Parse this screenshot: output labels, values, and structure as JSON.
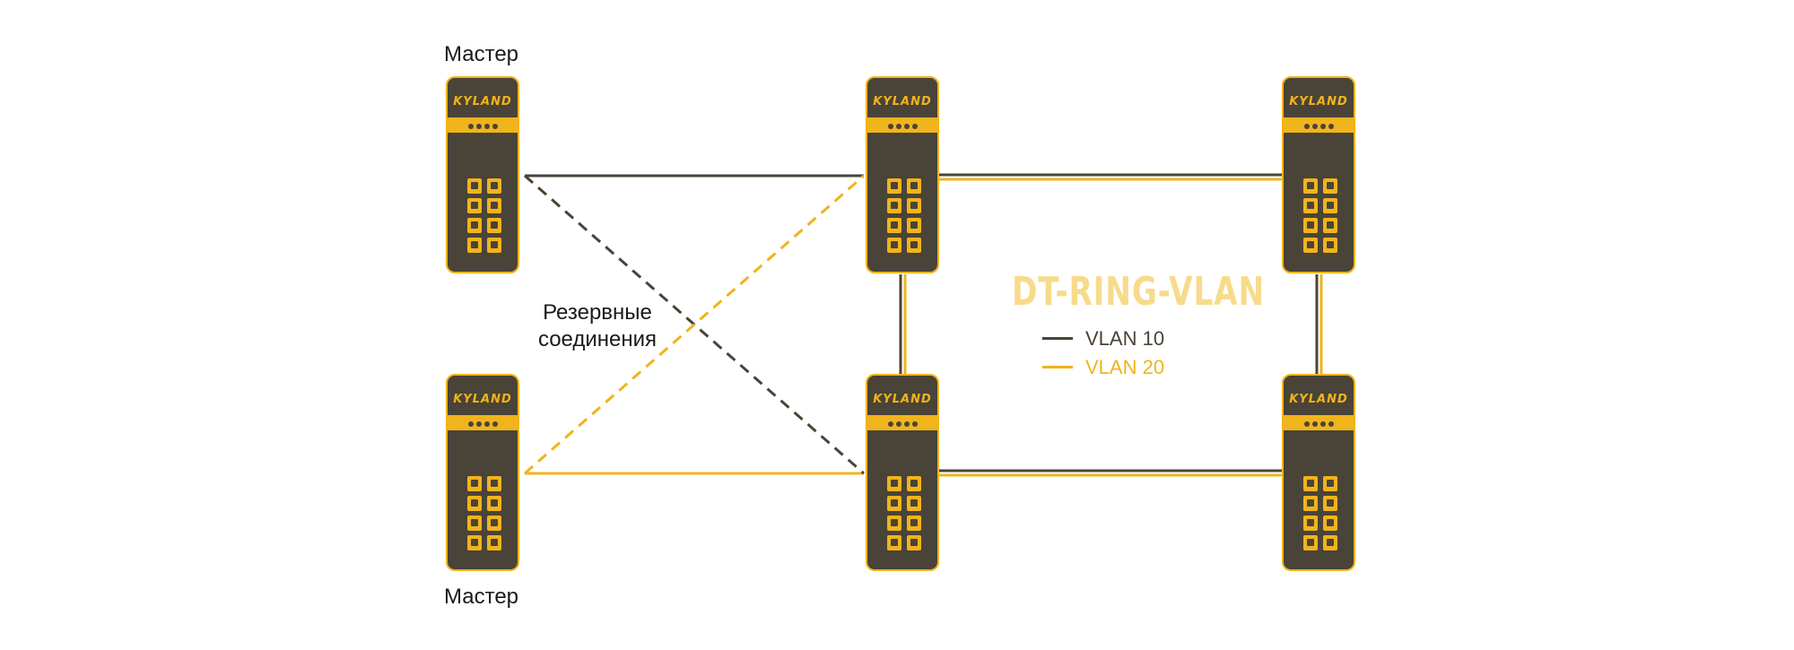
{
  "labels": {
    "master_top": "Мастер",
    "master_bottom": "Мастер",
    "reserve_line1": "Резервные",
    "reserve_line2": "соединения",
    "ring_title": "DT-RING-VLAN"
  },
  "legend": [
    {
      "text": "VLAN 10",
      "color": "#4a4337"
    },
    {
      "text": "VLAN 20",
      "color": "#f0b41c"
    }
  ],
  "colors": {
    "vlan10": "#4a4337",
    "vlan20": "#f0b41c",
    "switch_body": "#4a4337",
    "switch_accent": "#f0b41c",
    "ring_title": "#f7db8b"
  },
  "switches": [
    {
      "id": "master-1",
      "brand": "KYLAND",
      "ports": 8
    },
    {
      "id": "master-2",
      "brand": "KYLAND",
      "ports": 8
    },
    {
      "id": "ring-top-left",
      "brand": "KYLAND",
      "ports": 8
    },
    {
      "id": "ring-top-right",
      "brand": "KYLAND",
      "ports": 8
    },
    {
      "id": "ring-bottom-left",
      "brand": "KYLAND",
      "ports": 8
    },
    {
      "id": "ring-bottom-right",
      "brand": "KYLAND",
      "ports": 8
    }
  ],
  "links": [
    {
      "from": "master-1",
      "to": "ring-top-left",
      "vlan": "VLAN 10",
      "style": "solid"
    },
    {
      "from": "master-1",
      "to": "ring-bottom-left",
      "vlan": "VLAN 10",
      "style": "dashed",
      "role": "Резервные соединения"
    },
    {
      "from": "master-2",
      "to": "ring-bottom-left",
      "vlan": "VLAN 20",
      "style": "solid"
    },
    {
      "from": "master-2",
      "to": "ring-top-left",
      "vlan": "VLAN 20",
      "style": "dashed",
      "role": "Резервные соединения"
    },
    {
      "from": "ring-top-left",
      "to": "ring-top-right",
      "vlan": "VLAN 10 + VLAN 20",
      "style": "solid"
    },
    {
      "from": "ring-bottom-left",
      "to": "ring-bottom-right",
      "vlan": "VLAN 10 + VLAN 20",
      "style": "solid"
    },
    {
      "from": "ring-top-left",
      "to": "ring-bottom-left",
      "vlan": "VLAN 10 + VLAN 20",
      "style": "solid"
    },
    {
      "from": "ring-top-right",
      "to": "ring-bottom-right",
      "vlan": "VLAN 10 + VLAN 20",
      "style": "solid"
    }
  ]
}
